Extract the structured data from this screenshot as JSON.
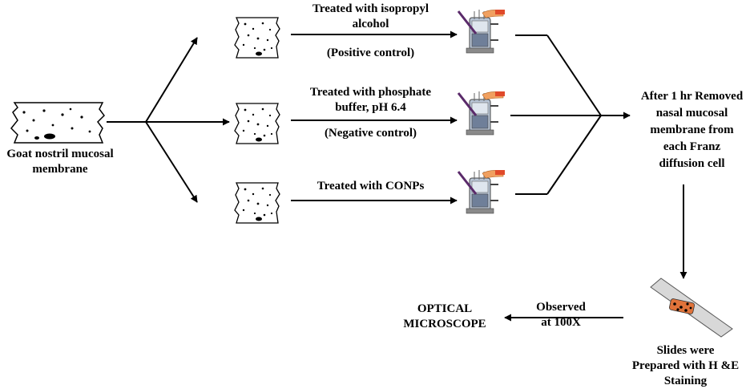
{
  "source": {
    "line1": "Goat nostril mucosal",
    "line2": "membrane"
  },
  "branches": [
    {
      "line1": "Treated with isopropyl",
      "line2": "alcohol",
      "note": "(Positive control)"
    },
    {
      "line1": "Treated with phosphate",
      "line2": "buffer, pH 6.4",
      "note": "(Negative control)"
    },
    {
      "line1": "Treated with CONPs",
      "line2": "",
      "note": ""
    }
  ],
  "removal": {
    "line1": "After 1 hr Removed",
    "line2": "nasal mucosal",
    "line3": "membrane from",
    "line4": "each Franz",
    "line5": "diffusion cell"
  },
  "slides": {
    "line1": "Slides were",
    "line2": "Prepared with H &E",
    "line3": "Staining"
  },
  "observed": {
    "line1": "Observed",
    "line2": "at 100X"
  },
  "microscope": {
    "line1": "OPTICAL",
    "line2": "MICROSCOPE"
  },
  "colors": {
    "line": "#000000",
    "cell_glass": "#b9c6d6",
    "cell_rod": "#5a2a6a",
    "cell_hand": "#f0a060",
    "slide_fill": "#d8d8d8",
    "stain": "#e0733a"
  }
}
